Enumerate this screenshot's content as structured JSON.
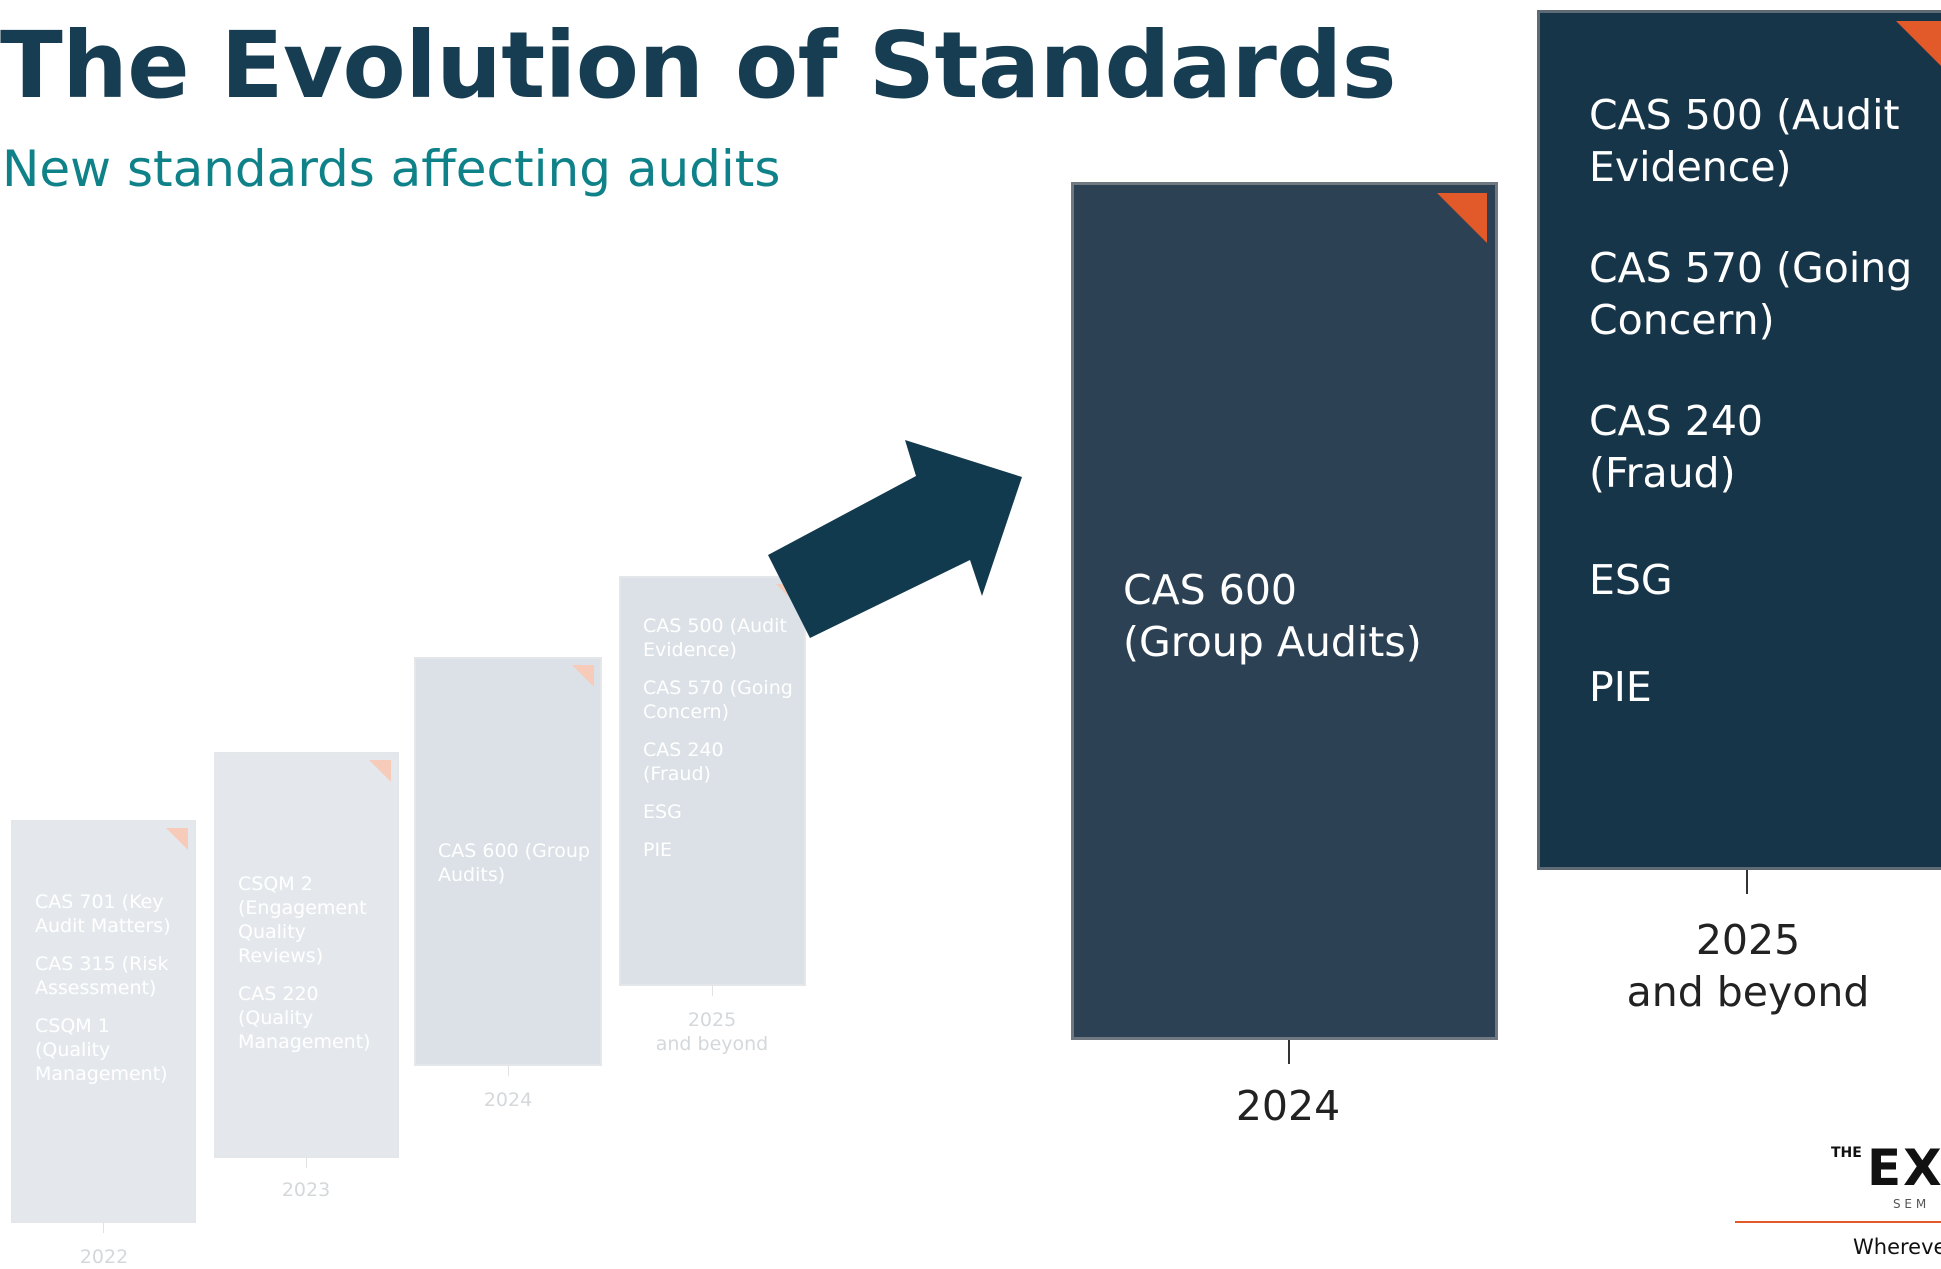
{
  "header": {
    "title": "The Evolution of Standards",
    "subtitle": "New standards affecting audits"
  },
  "timeline": {
    "cards": [
      {
        "year": "2022",
        "items": [
          "CAS 701 (Key Audit Matters)",
          "CAS 315 (Risk Assessment)",
          "CSQM 1 (Quality Management)"
        ]
      },
      {
        "year": "2023",
        "items": [
          "CSQM 2 (Engagement Quality Reviews)",
          "CAS 220 (Quality Management)"
        ]
      },
      {
        "year": "2024",
        "items": [
          "CAS 600 (Group Audits)"
        ]
      },
      {
        "year": "2025",
        "year2": "and beyond",
        "items": [
          "CAS 500 (Audit Evidence)",
          "CAS 570 (Going Concern)",
          "CAS 240 (Fraud)",
          "ESG",
          "PIE"
        ]
      }
    ]
  },
  "zoom": {
    "card_2024": {
      "year": "2024",
      "items": [
        "CAS 600 (Group Audits)"
      ]
    },
    "card_2025": {
      "year": "2025",
      "year2": "and beyond",
      "items": [
        "CAS 500 (Audit Evidence)",
        "CAS 570 (Going Concern)",
        "CAS 240 (Fraud)",
        "ESG",
        "PIE"
      ]
    }
  },
  "logo": {
    "the": "THE",
    "mark": "EXC",
    "sub": "S E M",
    "tagline": "Whereve"
  },
  "colors": {
    "navy": "#173d52",
    "teal": "#0f8289",
    "accent": "#e25a2a"
  }
}
